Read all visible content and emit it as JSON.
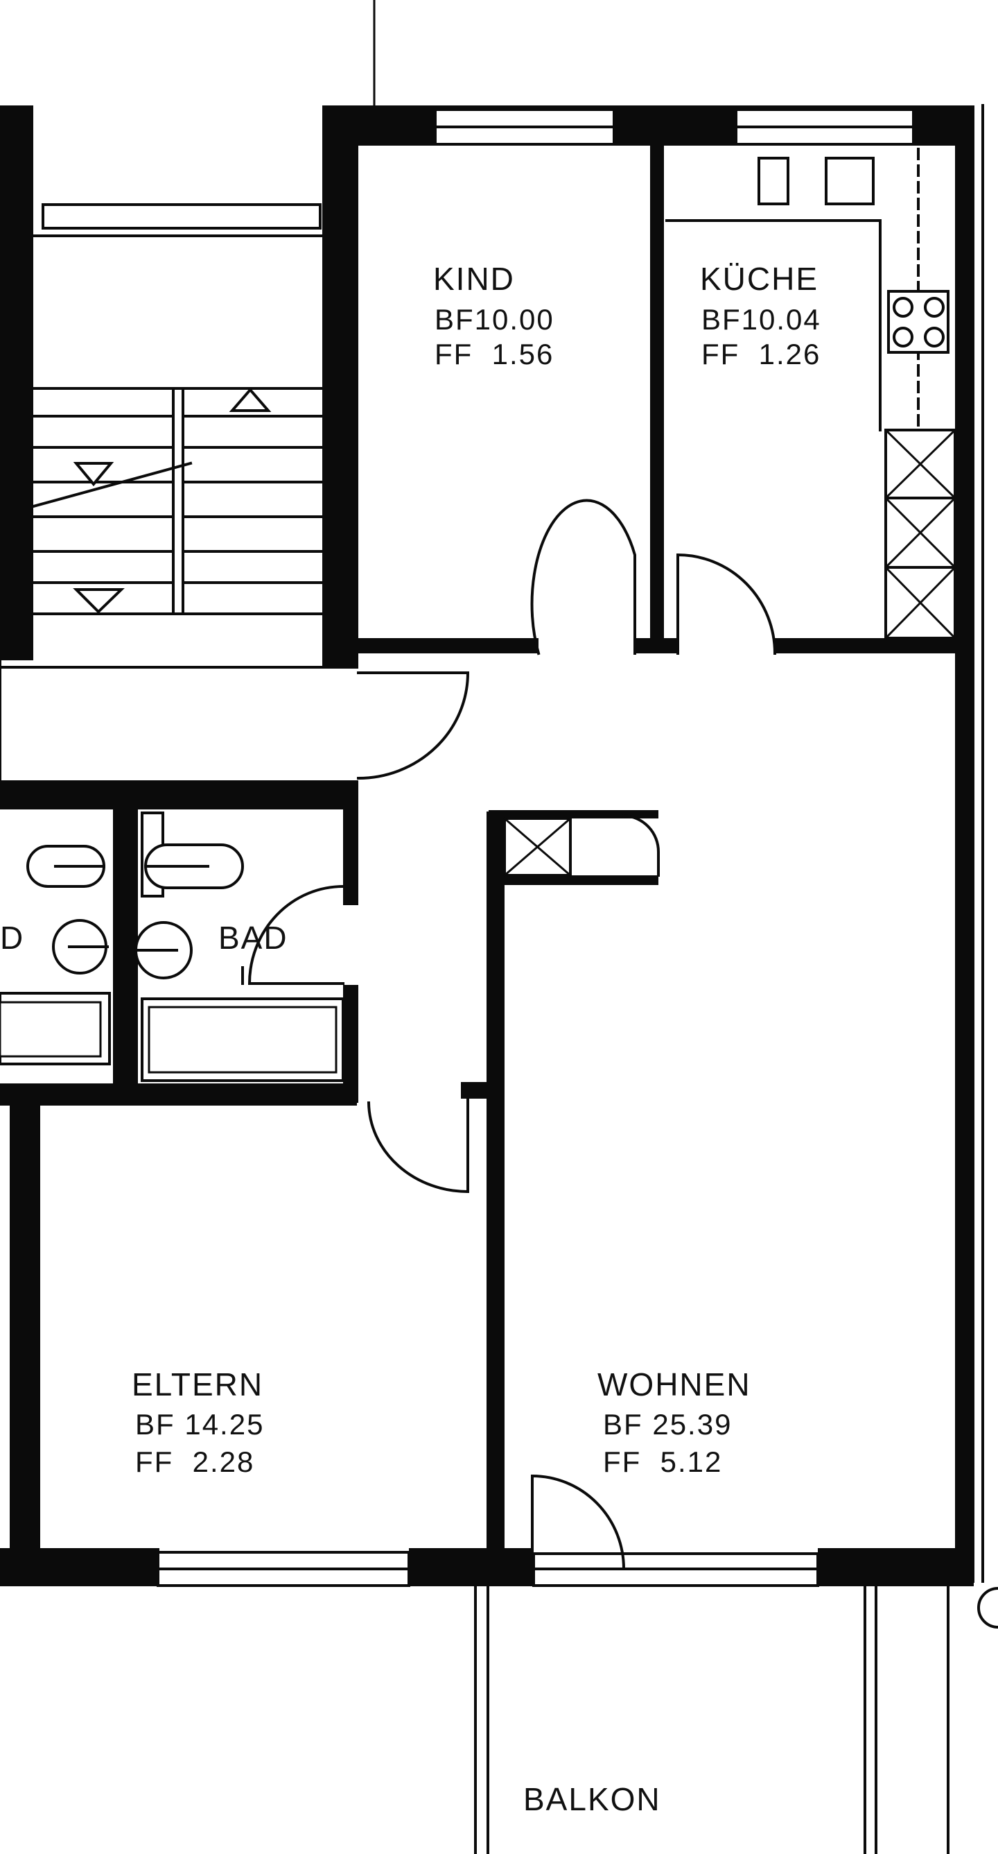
{
  "colors": {
    "ink": "#0b0b0b",
    "paper": "#ffffff"
  },
  "rooms": {
    "kind": {
      "name": "KIND",
      "bf": "BF10.00",
      "ff": "FF  1.56"
    },
    "kueche": {
      "name": "KÜCHE",
      "bf": "BF10.04",
      "ff": "FF  1.26"
    },
    "bad_left": {
      "name": "D"
    },
    "bad": {
      "name": "BAD"
    },
    "eltern": {
      "name": "ELTERN",
      "bf": "BF 14.25",
      "ff": "FF  2.28"
    },
    "wohnen": {
      "name": "WOHNEN",
      "bf": "BF 25.39",
      "ff": "FF  5.12"
    },
    "balkon": {
      "name": "BALKON"
    }
  },
  "icons": [
    "stair-arrow-up-icon",
    "stair-arrow-down-icon",
    "stove-burner-icon",
    "sink-icon",
    "toilet-icon",
    "bathtub-icon",
    "washbasin-icon"
  ]
}
